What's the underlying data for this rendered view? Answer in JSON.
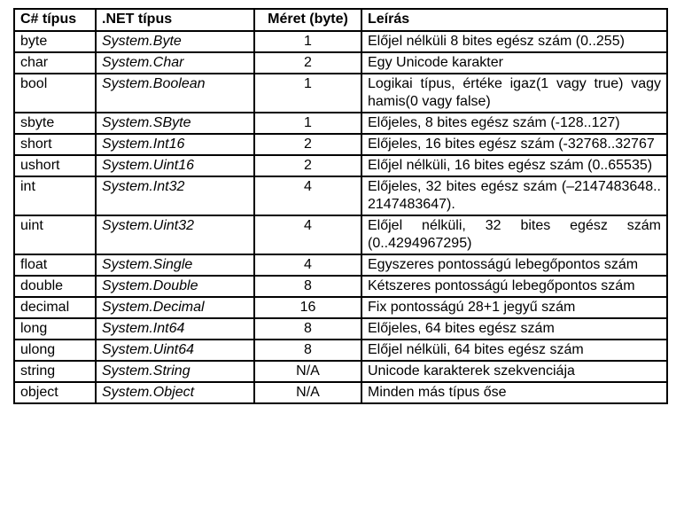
{
  "table": {
    "headers": {
      "cs_type": "C# típus",
      "net_type": ".NET típus",
      "size": "Méret (byte)",
      "description": "Leírás"
    },
    "rows": [
      {
        "cs_type": "byte",
        "net_type": "System.Byte",
        "size": "1",
        "description": "Előjel nélküli 8 bites egész szám (0..255)"
      },
      {
        "cs_type": "char",
        "net_type": "System.Char",
        "size": "2",
        "description": "Egy Unicode karakter"
      },
      {
        "cs_type": "bool",
        "net_type": "System.Boolean",
        "size": "1",
        "description": "Logikai típus, értéke igaz(1 vagy true) vagy hamis(0 vagy false)"
      },
      {
        "cs_type": "sbyte",
        "net_type": "System.SByte",
        "size": "1",
        "description": "Előjeles, 8 bites egész szám (-128..127)"
      },
      {
        "cs_type": "short",
        "net_type": "System.Int16",
        "size": "2",
        "description": "Előjeles, 16 bites egész szám (-32768..32767"
      },
      {
        "cs_type": "ushort",
        "net_type": "System.Uint16",
        "size": "2",
        "description": "Előjel nélküli, 16 bites egész szám (0..65535)"
      },
      {
        "cs_type": "int",
        "net_type": "System.Int32",
        "size": "4",
        "description": "Előjeles, 32 bites egész szám (–2147483648.. 2147483647)."
      },
      {
        "cs_type": "uint",
        "net_type": "System.Uint32",
        "size": "4",
        "description": "Előjel nélküli, 32 bites egész szám (0..4294967295)"
      },
      {
        "cs_type": "float",
        "net_type": "System.Single",
        "size": "4",
        "description": "Egyszeres pontosságú lebegőpontos szám"
      },
      {
        "cs_type": "double",
        "net_type": "System.Double",
        "size": "8",
        "description": "Kétszeres pontosságú lebegőpontos szám"
      },
      {
        "cs_type": "decimal",
        "net_type": "System.Decimal",
        "size": "16",
        "description": "Fix pontosságú 28+1 jegyű szám"
      },
      {
        "cs_type": "long",
        "net_type": "System.Int64",
        "size": "8",
        "description": "Előjeles, 64 bites egész szám"
      },
      {
        "cs_type": "ulong",
        "net_type": "System.Uint64",
        "size": "8",
        "description": "Előjel nélküli, 64 bites egész szám"
      },
      {
        "cs_type": "string",
        "net_type": "System.String",
        "size": "N/A",
        "description": "Unicode karakterek szekvenciája"
      },
      {
        "cs_type": "object",
        "net_type": "System.Object",
        "size": "N/A",
        "description": "Minden más típus őse"
      }
    ]
  }
}
